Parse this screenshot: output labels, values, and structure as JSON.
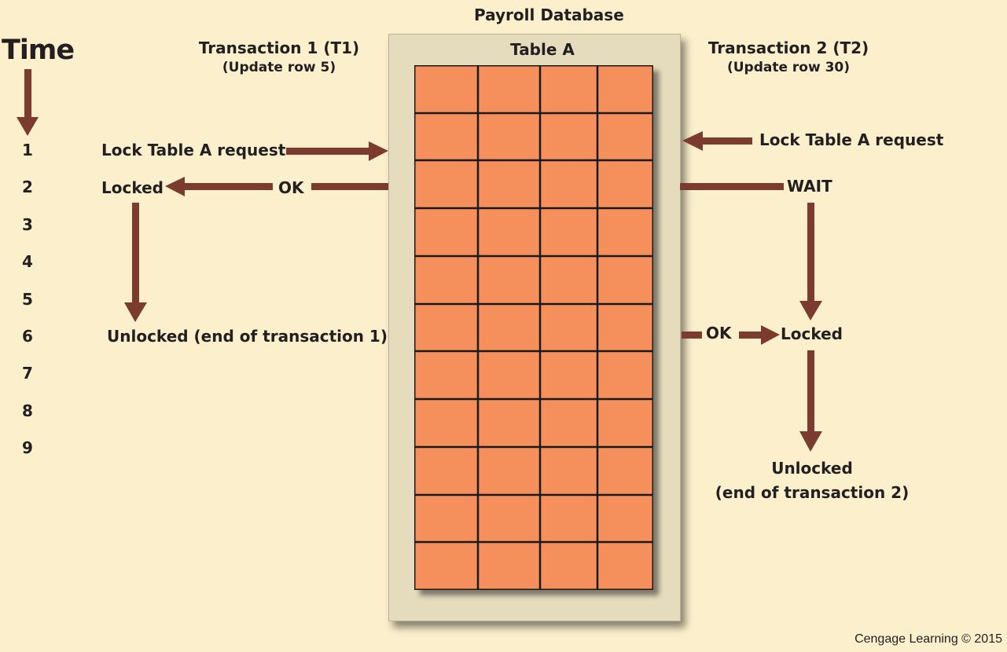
{
  "header": {
    "database_title": "Payroll Database",
    "table_title": "Table A",
    "time_label": "Time",
    "t1_title": "Transaction 1 (T1)",
    "t1_subtitle": "(Update row 5)",
    "t2_title": "Transaction 2 (T2)",
    "t2_subtitle": "(Update row 30)"
  },
  "timeline": [
    "1",
    "2",
    "3",
    "4",
    "5",
    "6",
    "7",
    "8",
    "9"
  ],
  "transaction1": {
    "request": "Lock Table A request",
    "locked": "Locked",
    "ok": "OK",
    "unlocked": "Unlocked (end of transaction 1)"
  },
  "transaction2": {
    "request": "Lock Table A request",
    "wait": "WAIT",
    "ok": "OK",
    "locked": "Locked",
    "unlocked_line1": "Unlocked",
    "unlocked_line2": "(end of transaction 2)"
  },
  "table": {
    "rows": 11,
    "columns": 4
  },
  "colors": {
    "background": "#fbefcc",
    "cell_fill": "#f58f5c",
    "grid_line": "#1a1a1a",
    "arrow": "#7b3b2e",
    "frame": "#e5dbbd"
  },
  "footer": {
    "copyright": "Cengage Learning © 2015"
  }
}
